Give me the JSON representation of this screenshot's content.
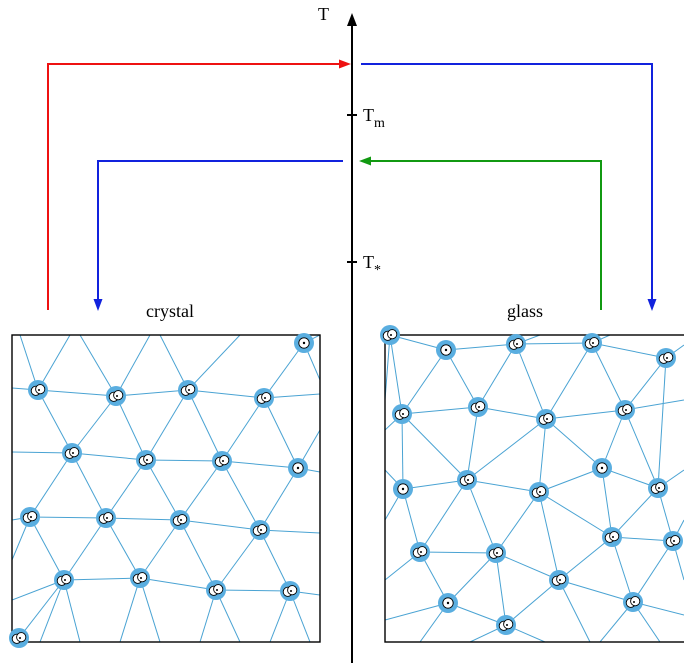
{
  "axis": {
    "label": "T",
    "ticks": [
      {
        "id": "melting",
        "base": "T",
        "sub": "m"
      },
      {
        "id": "star",
        "base": "T",
        "sub": "*"
      }
    ]
  },
  "panels": {
    "crystal": {
      "label": "crystal"
    },
    "glass": {
      "label": "glass"
    }
  },
  "colors": {
    "heating_arrow": "#ee1111",
    "cooling_arrow": "#1122dd",
    "glass_heating_arrow": "#119911",
    "mesh": "#4aa3d3",
    "particle": "#5aaee0"
  }
}
